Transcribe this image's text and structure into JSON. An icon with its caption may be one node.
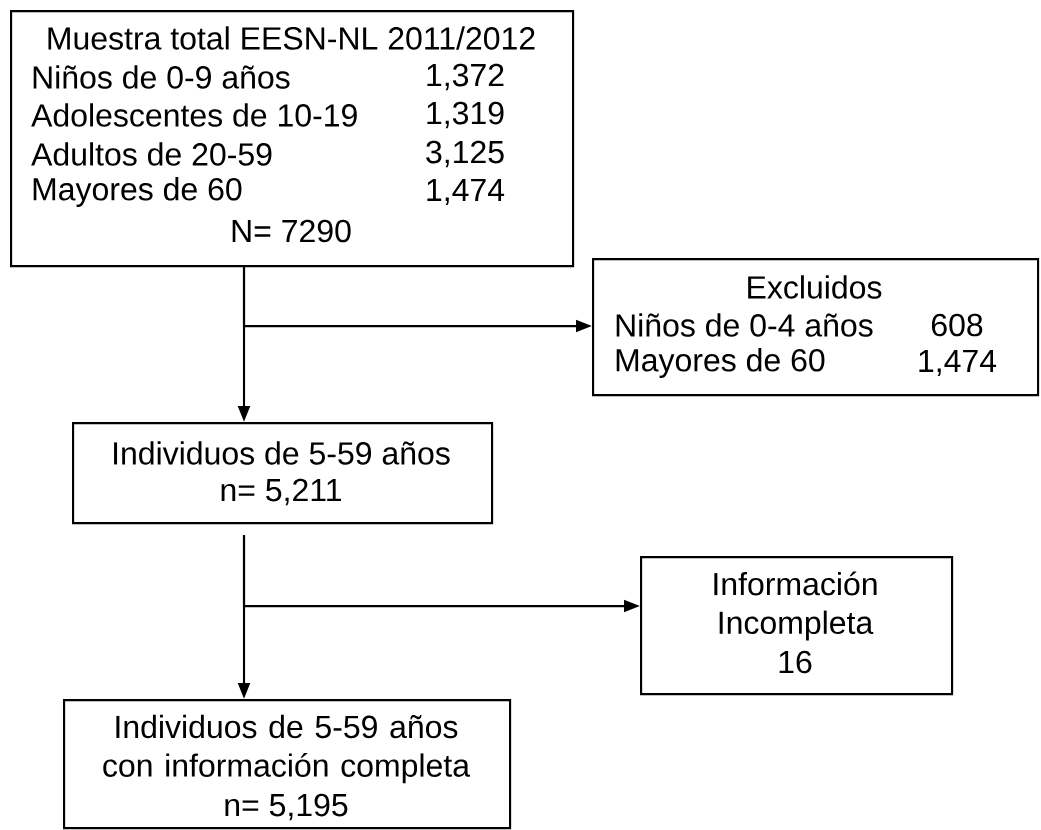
{
  "diagram": {
    "nodes": [
      {
        "text": [
          "Muestra total EESN-NL 2011/2012",
          "Niños de 0-9 años",
          "1,372",
          "Adolescentes de 10-19",
          "1,319",
          "Adultos de 20-59",
          "3,125",
          "Mayores de 60",
          "1,474",
          "N= 7290"
        ]
      },
      {
        "text": [
          "Excluidos",
          "Niños de 0-4 años",
          "608",
          "Mayores de 60",
          "1,474"
        ]
      },
      {
        "text": [
          "Individuos de 5-59 años",
          "n= 5,211"
        ]
      },
      {
        "text": [
          "Información Incompleta",
          "16"
        ]
      },
      {
        "text": [
          "Individuos de 5-59 años con información completa",
          "n= 5,195"
        ]
      }
    ],
    "edges": [
      {
        "from": 0,
        "to": 2,
        "arrow": "to"
      },
      {
        "from": 0,
        "to": 1,
        "arrow": "to"
      },
      {
        "from": 2,
        "to": 4,
        "arrow": "to"
      },
      {
        "from": 2,
        "to": 3,
        "arrow": "to"
      }
    ]
  }
}
